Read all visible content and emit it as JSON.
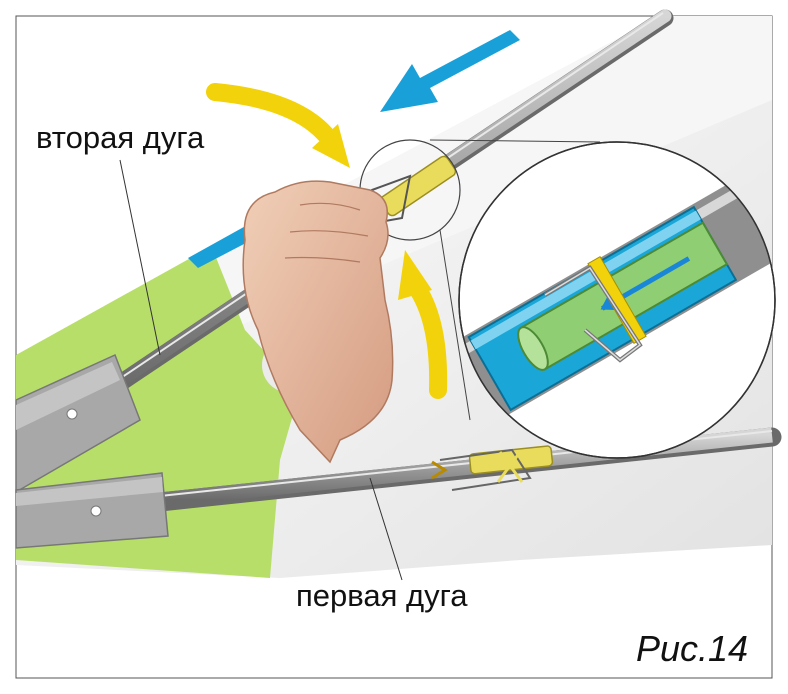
{
  "labels": {
    "second_arc": "вторая дуга",
    "first_arc": "первая дуга",
    "figure": "Рис.14"
  },
  "colors": {
    "background_panel": "#ebebeb",
    "green_area": "#b8de6a",
    "rod": "#9a9a9a",
    "sleeve_yellow": "#e9dc5c",
    "inner_blue": "#1aa7d8",
    "arrow_blue": "#1aa0d8",
    "arrow_yellow": "#f2d20a"
  },
  "icons": {
    "hand": "hand-icon",
    "arrow_blue": "arrow-blue-icon",
    "arrow_yellow": "curved-arrow-yellow-icon",
    "magnifier": "magnifier-circle"
  }
}
